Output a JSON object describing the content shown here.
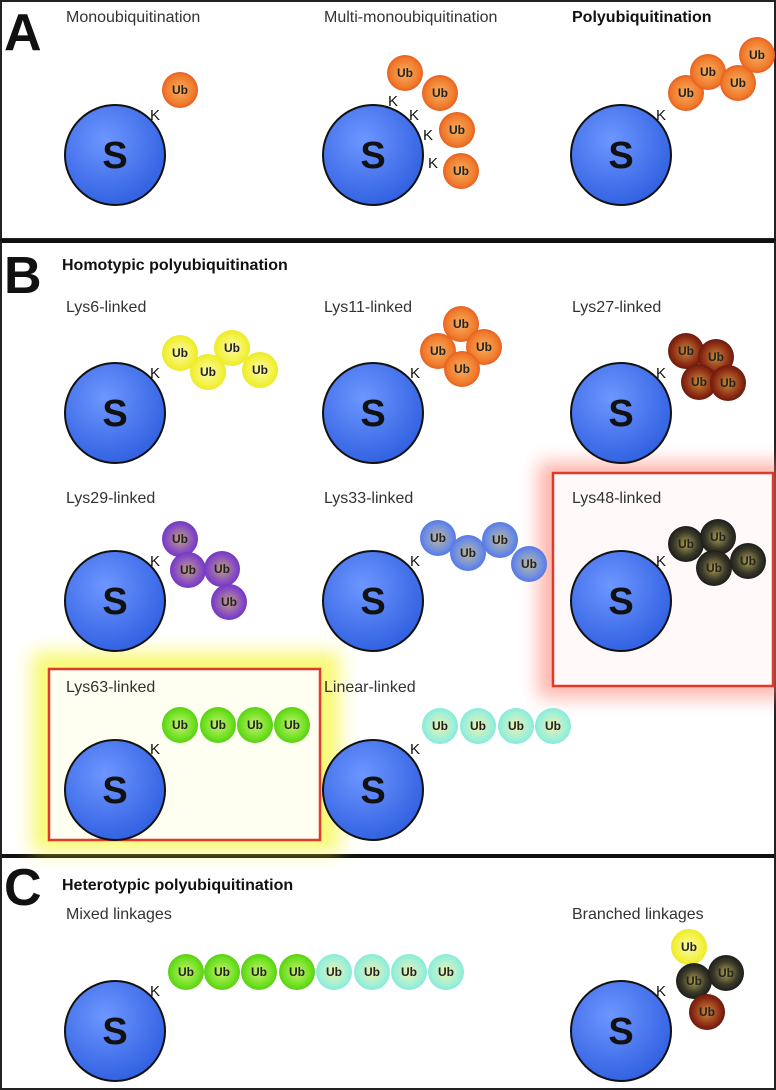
{
  "sections": {
    "A": {
      "letter": "A",
      "title": ""
    },
    "B": {
      "letter": "B",
      "title": "Homotypic polyubiquitination"
    },
    "C": {
      "letter": "C",
      "title": "Heterotypic polyubiquitination"
    }
  },
  "labels": {
    "mono": "Monoubiquitination",
    "multi": "Multi-monoubiquitination",
    "poly": "Polyubiquitination",
    "lys6": "Lys6-linked",
    "lys11": "Lys11-linked",
    "lys27": "Lys27-linked",
    "lys29": "Lys29-linked",
    "lys33": "Lys33-linked",
    "lys48": "Lys48-linked",
    "lys63": "Lys63-linked",
    "linear": "Linear-linked",
    "mixed": "Mixed linkages",
    "branched": "Branched linkages"
  },
  "substrate_label": "S",
  "lysine_label": "K",
  "ub_label": "Ub",
  "colors": {
    "substrate": "#3f6fe8",
    "orange": "#f07a28",
    "yellow": "#f3f230",
    "darkred": "#8c2a14",
    "purple": "#7a45c8",
    "blue": "#5b7fe0",
    "black": "#3a3a2a",
    "green": "#6ee021",
    "teal": "#8ff0da",
    "highlight_red": "#e03a2a",
    "highlight_yellow": "#f5f52a"
  }
}
